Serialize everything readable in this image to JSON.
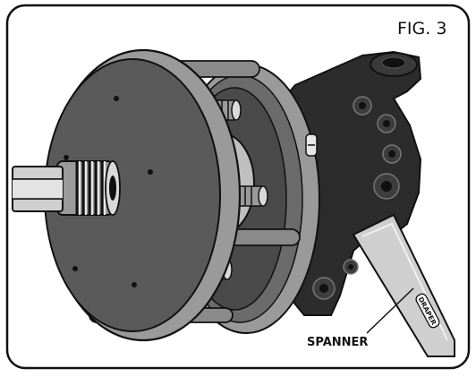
{
  "figure": {
    "label": "FIG. 3",
    "callouts": {
      "spanner": "SPANNER",
      "brand_mark": "DRAPER"
    }
  },
  "colors": {
    "outline": "#111111",
    "plate_dark": "#4a4a4a",
    "plate_mid": "#6b6b6b",
    "plate_light": "#9a9a9a",
    "rim_light": "#b9b9b9",
    "knuckle": "#2c2c2c",
    "spanner": "#cfcfcf",
    "thread": "#d9d9d9"
  }
}
